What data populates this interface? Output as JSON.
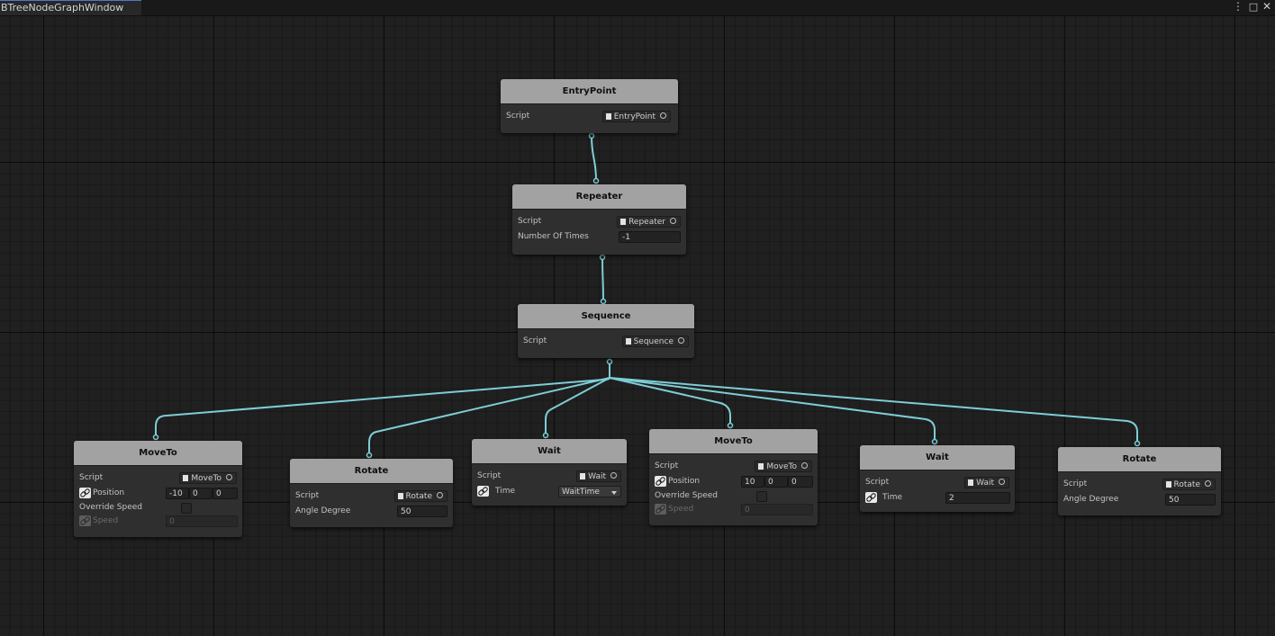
{
  "window": {
    "tab_title": "BTreeNodeGraphWindow",
    "menu_glyph": "⋮",
    "maximize_glyph": "🗖"
  },
  "colors": {
    "edge": "#7ecdd6",
    "node_header": "#a2a2a2",
    "node_body": "#2f2f2f",
    "background": "#202020"
  },
  "nodes": {
    "entry": {
      "title": "EntryPoint",
      "script_label": "Script",
      "script_value": "EntryPoint"
    },
    "repeater": {
      "title": "Repeater",
      "script_label": "Script",
      "script_value": "Repeater",
      "times_label": "Number Of Times",
      "times_value": "-1"
    },
    "sequence": {
      "title": "Sequence",
      "script_label": "Script",
      "script_value": "Sequence"
    },
    "moveto1": {
      "title": "MoveTo",
      "script_label": "Script",
      "script_value": "MoveTo",
      "position_label": "Position",
      "pos_x": "-10",
      "pos_y": "0",
      "pos_z": "0",
      "override_label": "Override Speed",
      "speed_label": "Speed",
      "speed_value": "0"
    },
    "rotate1": {
      "title": "Rotate",
      "script_label": "Script",
      "script_value": "Rotate",
      "angle_label": "Angle Degree",
      "angle_value": "50"
    },
    "wait1": {
      "title": "Wait",
      "script_label": "Script",
      "script_value": "Wait",
      "time_label": "Time",
      "time_value": "WaitTime"
    },
    "moveto2": {
      "title": "MoveTo",
      "script_label": "Script",
      "script_value": "MoveTo",
      "position_label": "Position",
      "pos_x": "10",
      "pos_y": "0",
      "pos_z": "0",
      "override_label": "Override Speed",
      "speed_label": "Speed",
      "speed_value": "0"
    },
    "wait2": {
      "title": "Wait",
      "script_label": "Script",
      "script_value": "Wait",
      "time_label": "Time",
      "time_value": "2"
    },
    "rotate2": {
      "title": "Rotate",
      "script_label": "Script",
      "script_value": "Rotate",
      "angle_label": "Angle Degree",
      "angle_value": "50"
    }
  }
}
